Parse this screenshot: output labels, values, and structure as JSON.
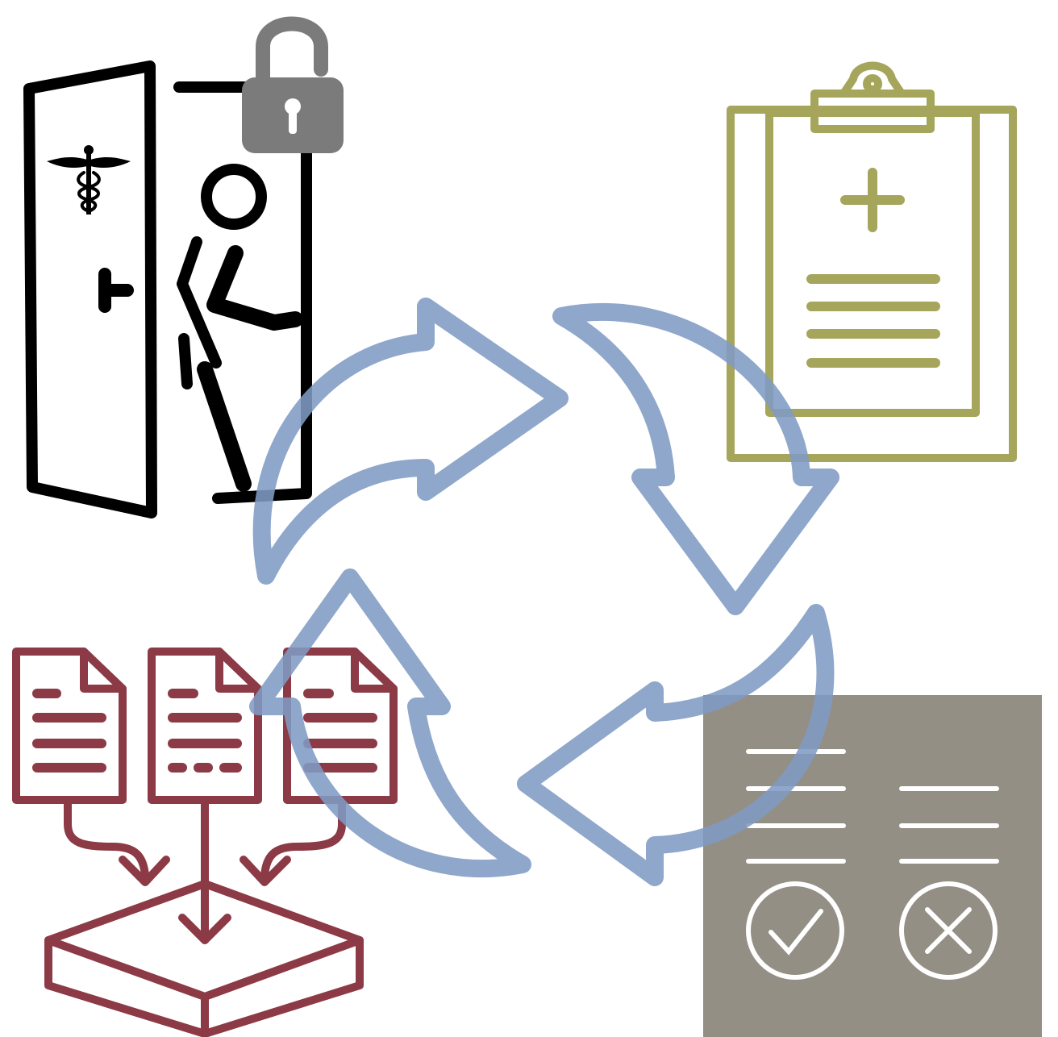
{
  "colors": {
    "background": "#ffffff",
    "door_icon": "#000000",
    "lock_icon": "#7b7b7b",
    "clipboard_icon": "#a5a55c",
    "documents_icon": "#8c3a46",
    "review_panel": "#948f85",
    "review_lines": "#ffffff",
    "cycle_arrows": "#7f9bc4"
  },
  "nodes": [
    {
      "id": "admission",
      "icon": "door-with-patient-entering-icon"
    },
    {
      "id": "unlock",
      "icon": "open-padlock-icon"
    },
    {
      "id": "medical-record",
      "icon": "medical-clipboard-icon"
    },
    {
      "id": "document-collection",
      "icon": "documents-into-box-icon"
    },
    {
      "id": "review",
      "icon": "approve-reject-form-icon"
    }
  ],
  "cycle": {
    "icon": "circular-refresh-arrows-icon",
    "arrow_count": 4,
    "direction": "clockwise"
  }
}
